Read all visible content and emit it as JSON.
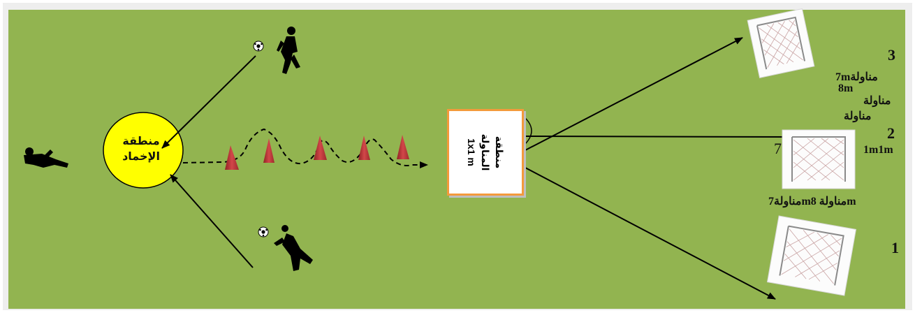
{
  "reception_zone": {
    "label_line1": "منطقة",
    "label_line2": "الإخماد",
    "color": "#ffff00"
  },
  "passing_zone": {
    "label_line1": "منطقة",
    "label_line2": "المناولة",
    "label_line3": "1x1 m",
    "border_color": "#f39a3c"
  },
  "goals": [
    {
      "number": "3"
    },
    {
      "number": "2"
    },
    {
      "number": "1"
    }
  ],
  "annotations": {
    "top_line1": "7mمناولة",
    "top_line2": "8m",
    "top_line3": "مناولة",
    "mid_line1": "مناولة",
    "mid_seven": "7",
    "mid_right": "1m1m",
    "bottom": "مناولة7mمناولة 8m"
  },
  "colors": {
    "grass": "#92b450",
    "cone": "#c0393b",
    "player": "#000000"
  },
  "icons": [
    "player-icon",
    "ball-icon",
    "cone-icon",
    "goal-net-icon",
    "arrow-icon"
  ]
}
